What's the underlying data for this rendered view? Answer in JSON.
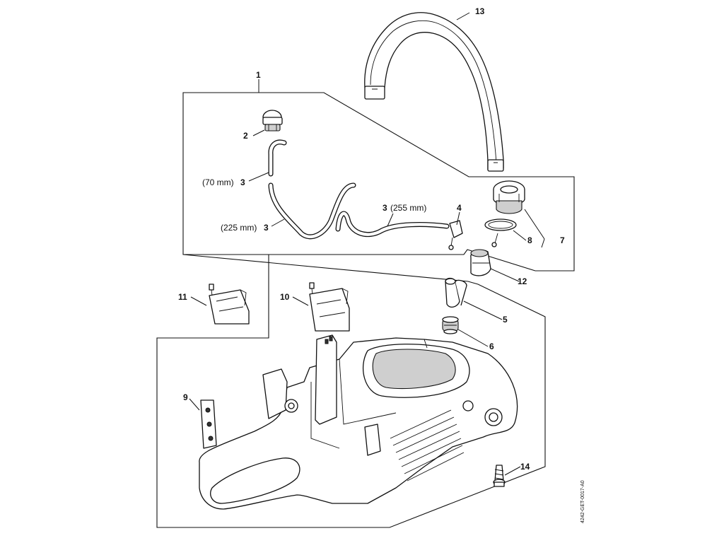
{
  "callouts": {
    "c1": "1",
    "c2": "2",
    "c3a": "3",
    "c3a_note": "(70 mm)",
    "c3b": "3",
    "c3b_note": "(225 mm)",
    "c3c": "3",
    "c3c_note": "(255 mm)",
    "c4": "4",
    "c5": "5",
    "c6": "6",
    "c7": "7",
    "c8": "8",
    "c9": "9",
    "c10": "10",
    "c11": "11",
    "c12": "12",
    "c13": "13",
    "c14": "14"
  },
  "doc_id": "4242-GET-0017-A0"
}
